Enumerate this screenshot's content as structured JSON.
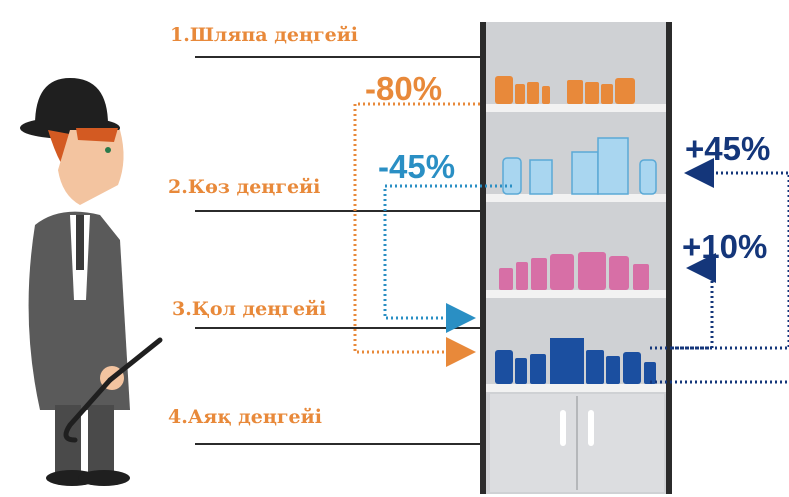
{
  "levels": [
    {
      "label": "1.Шляпа деңгейі"
    },
    {
      "label": "2.Көз деңгейі"
    },
    {
      "label": "3.Қол деңгейі"
    },
    {
      "label": "4.Аяқ деңгейі"
    }
  ],
  "changes": {
    "hat_to_hand": "-80%",
    "eye_to_hand": "-45%",
    "hand_to_eye": "+45%",
    "foot_to_hand": "+10%"
  },
  "colors": {
    "orange": "#e8893a",
    "light_blue": "#2a8fc4",
    "navy": "#14367a",
    "shelf_bg": "#cfd1d4"
  },
  "icons": [
    "man-bowler-hat-icon",
    "walking-cane-icon",
    "jar-icon",
    "bottle-icon",
    "box-icon",
    "cabinet-handle-icon"
  ]
}
